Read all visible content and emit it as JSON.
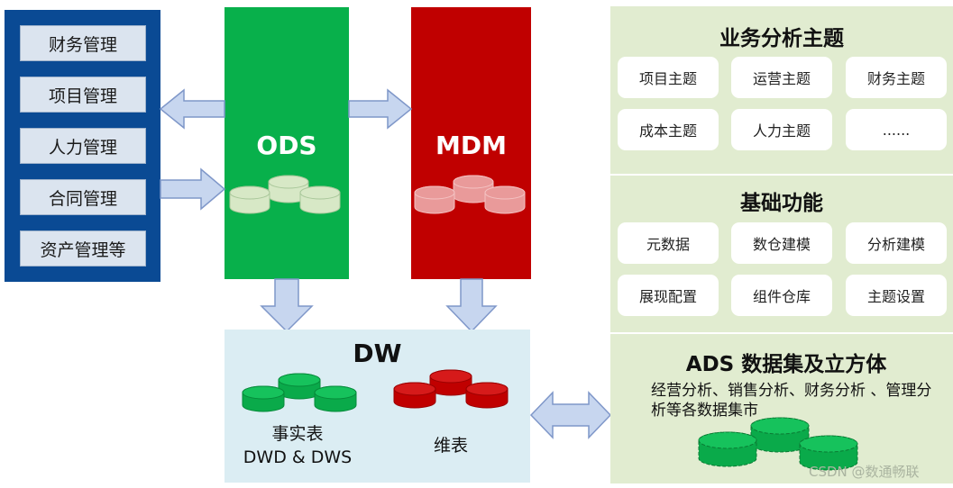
{
  "source_systems": [
    "财务管理",
    "项目管理",
    "人力管理",
    "合同管理",
    "资产管理等"
  ],
  "ods": {
    "title": "ODS"
  },
  "mdm": {
    "title": "MDM"
  },
  "dw": {
    "title": "DW",
    "fact_label_line1": "事实表",
    "fact_label_line2": "DWD & DWS",
    "dim_label": "维表"
  },
  "right": {
    "analysis_title": "业务分析主题",
    "analysis_items": [
      "项目主题",
      "运营主题",
      "财务主题",
      "成本主题",
      "人力主题",
      "......"
    ],
    "basic_title": "基础功能",
    "basic_items": [
      "元数据",
      "数仓建模",
      "分析建模",
      "展现配置",
      "组件仓库",
      "主题设置"
    ],
    "ads_title": "ADS  数据集及立方体",
    "ads_text": "经营分析、销售分析、财务分析 、管理分析等各数据集市"
  },
  "watermark": "CSDN @数通畅联",
  "colors": {
    "source_panel": "#0a4a94",
    "ods": "#08b04b",
    "mdm": "#c00000",
    "dw_box": "#dbedf3",
    "right_panel": "#e1ecd0",
    "arrow_fill": "#c7d6ef",
    "arrow_stroke": "#7f97c9"
  },
  "icons": [
    "database-cylinder-icon",
    "left-arrow-icon",
    "right-arrow-icon",
    "down-arrow-icon",
    "double-arrow-icon"
  ]
}
